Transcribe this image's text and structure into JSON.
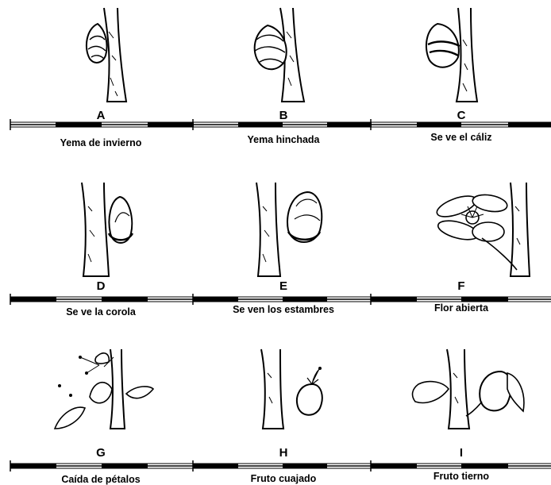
{
  "stages": [
    {
      "letter": "A",
      "caption": "Yema de invierno",
      "icon": "winter-bud-icon"
    },
    {
      "letter": "B",
      "caption": "Yema hinchada",
      "icon": "swollen-bud-icon"
    },
    {
      "letter": "C",
      "caption": "Se ve el cáliz",
      "icon": "calyx-visible-icon"
    },
    {
      "letter": "D",
      "caption": "Se ve la corola",
      "icon": "corolla-visible-icon"
    },
    {
      "letter": "E",
      "caption": "Se ven los estambres",
      "icon": "stamens-visible-icon"
    },
    {
      "letter": "F",
      "caption": "Flor abierta",
      "icon": "open-flower-icon"
    },
    {
      "letter": "G",
      "caption": "Caída de pétalos",
      "icon": "petal-fall-icon"
    },
    {
      "letter": "H",
      "caption": "Fruto cuajado",
      "icon": "fruit-set-icon"
    },
    {
      "letter": "I",
      "caption": "Fruto tierno",
      "icon": "young-fruit-icon"
    }
  ]
}
